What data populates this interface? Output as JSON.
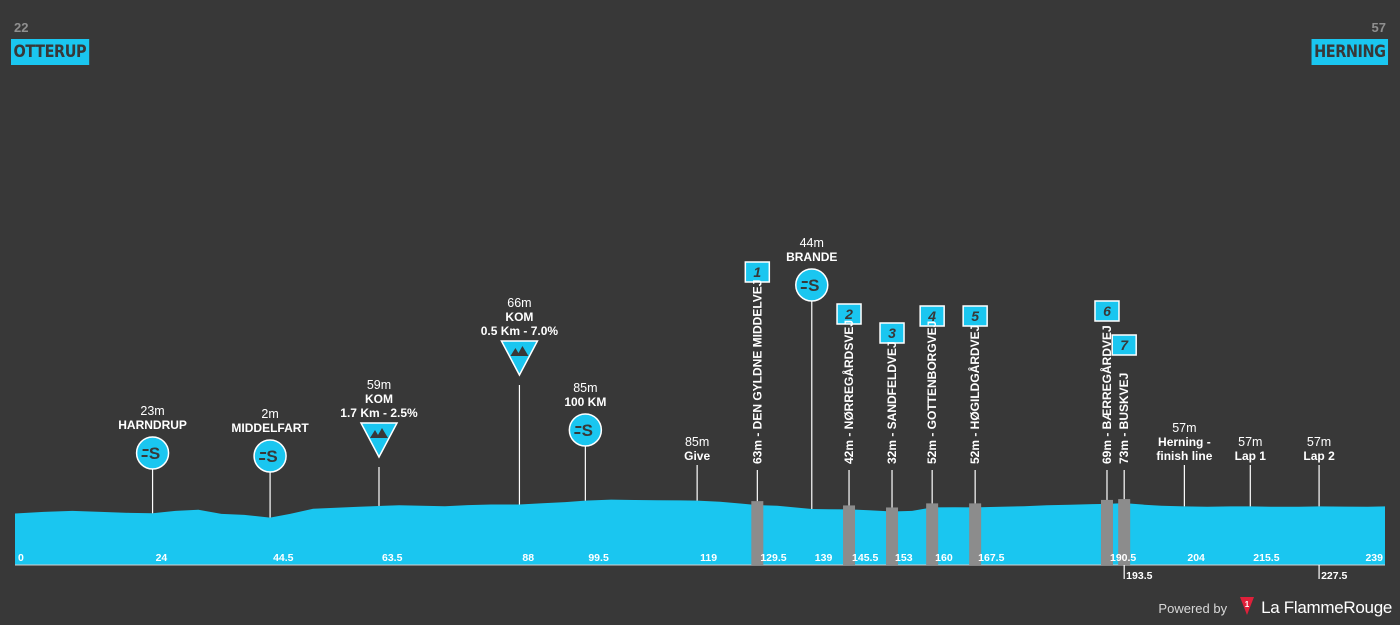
{
  "colors": {
    "background": "#383838",
    "profile": "#1ac6f0",
    "sector": "#8c8c8c",
    "text": "#ffffff",
    "muted": "#8f8f8f"
  },
  "start": {
    "altitude": "22",
    "name": "OTTERUP"
  },
  "finish": {
    "altitude": "57",
    "name": "HERNING"
  },
  "footer": {
    "powered_by": "Powered by",
    "brand": "La FlammeRouge",
    "brand_icon": "flamme-rouge-logo-icon"
  },
  "chart_data": {
    "type": "area",
    "title": "",
    "xlabel": "",
    "ylabel": "",
    "xlim": [
      0,
      239
    ],
    "ylim": [
      0,
      95
    ],
    "grid": false,
    "legend": "none",
    "profile": {
      "x": [
        0,
        5,
        10,
        15,
        20,
        24,
        28,
        32,
        36,
        40,
        44.5,
        48,
        52,
        56,
        60,
        63.5,
        67,
        71,
        75,
        79,
        83,
        88,
        92,
        96,
        99.5,
        104,
        108,
        112,
        116,
        119,
        123,
        127,
        129.5,
        133,
        136,
        139,
        142,
        145.5,
        149,
        153,
        156.5,
        160,
        164,
        167.5,
        172,
        176,
        180,
        184,
        188,
        190.5,
        193.5,
        197,
        200,
        204,
        208,
        212,
        215.5,
        220,
        224,
        227.5,
        232,
        236,
        239
      ],
      "y": [
        22,
        30,
        35,
        30,
        25,
        23,
        35,
        40,
        20,
        15,
        2,
        20,
        45,
        50,
        55,
        59,
        62,
        60,
        58,
        63,
        66,
        66,
        72,
        78,
        85,
        90,
        88,
        87,
        86,
        85,
        80,
        70,
        63,
        60,
        52,
        44,
        43,
        42,
        38,
        32,
        35,
        52,
        53,
        52,
        55,
        58,
        62,
        65,
        68,
        69,
        73,
        65,
        60,
        57,
        55,
        57,
        57,
        55,
        55,
        57,
        56,
        55,
        57
      ]
    },
    "x_ticks": [
      "0",
      "24",
      "44.5",
      "63.5",
      "88",
      "99.5",
      "119",
      "129.5",
      "139",
      "145.5",
      "153",
      "160",
      "167.5",
      "190.5",
      "193.5",
      "204",
      "215.5",
      "227.5",
      "239"
    ],
    "sectors": [
      {
        "km": 129.5,
        "number": "1",
        "label": "63m - DEN GYLDNE MIDDELVEJ"
      },
      {
        "km": 145.5,
        "number": "2",
        "label": "42m - NØRREGÅRDSVEJ"
      },
      {
        "km": 153,
        "number": "3",
        "label": "32m - SANDFELDVEJ"
      },
      {
        "km": 160,
        "number": "4",
        "label": "52m - GOTTENBORGVEJ"
      },
      {
        "km": 167.5,
        "number": "5",
        "label": "52m - HØGILDGÅRDVEJ"
      },
      {
        "km": 190.5,
        "number": "6",
        "label": "69m - BÆRREGÅRDVEJ"
      },
      {
        "km": 193.5,
        "number": "7",
        "label": "73m - BUSKVEJ"
      }
    ],
    "markers": [
      {
        "km": 24,
        "kind": "sprint",
        "alt": "23m",
        "lines": [
          "HARNDRUP"
        ]
      },
      {
        "km": 44.5,
        "kind": "sprint",
        "alt": "2m",
        "lines": [
          "MIDDELFART"
        ]
      },
      {
        "km": 63.5,
        "kind": "kom",
        "alt": "59m",
        "lines": [
          "KOM",
          "1.7 Km - 2.5%"
        ]
      },
      {
        "km": 88,
        "kind": "kom",
        "alt": "66m",
        "lines": [
          "KOM",
          "0.5 Km - 7.0%"
        ]
      },
      {
        "km": 99.5,
        "kind": "sprint",
        "alt": "85m",
        "lines": [
          "100 KM"
        ]
      },
      {
        "km": 119,
        "kind": "text",
        "alt": "85m",
        "lines": [
          "Give"
        ]
      },
      {
        "km": 139,
        "kind": "sprint",
        "alt": "44m",
        "lines": [
          "BRANDE"
        ]
      },
      {
        "km": 204,
        "kind": "text",
        "alt": "57m",
        "lines": [
          "Herning -",
          "finish line"
        ]
      },
      {
        "km": 215.5,
        "kind": "text",
        "alt": "57m",
        "lines": [
          "Lap 1"
        ]
      },
      {
        "km": 227.5,
        "kind": "text",
        "alt": "57m",
        "lines": [
          "Lap 2"
        ]
      }
    ]
  }
}
